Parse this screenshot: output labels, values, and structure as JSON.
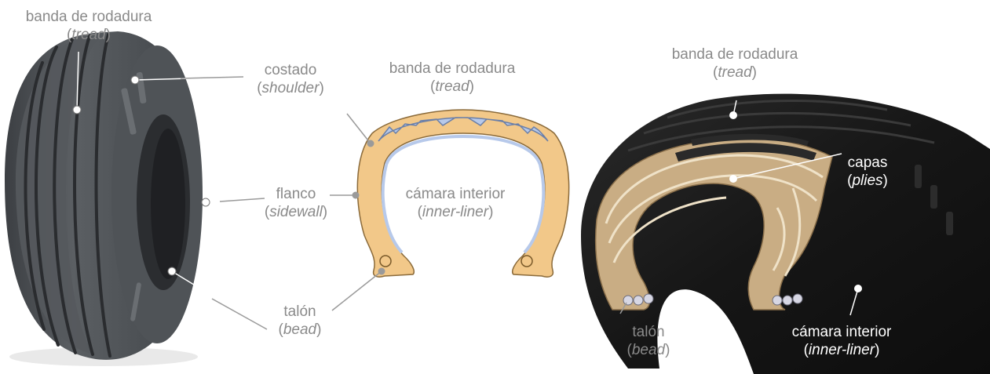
{
  "colors": {
    "label_gray": "#8a8a8a",
    "label_white": "#ffffff",
    "tire_rubber": "#4d5155",
    "tread_section": "#b7c9ea",
    "ply_section": "#f2c889",
    "cutaway_fabric": "#c9ad84"
  },
  "left_tire": {
    "tread": {
      "es": "banda de rodadura",
      "en": "tread"
    },
    "shoulder": {
      "es": "costado",
      "en": "shoulder"
    },
    "sidewall": {
      "es": "flanco",
      "en": "sidewall"
    },
    "bead": {
      "es": "talón",
      "en": "bead"
    }
  },
  "cross_section": {
    "tread": {
      "es": "banda de rodadura",
      "en": "tread"
    },
    "inner_liner": {
      "es": "cámara interior",
      "en": "inner-liner"
    }
  },
  "cutaway": {
    "tread": {
      "es": "banda de rodadura",
      "en": "tread"
    },
    "plies": {
      "es": "capas",
      "en": "plies"
    },
    "bead": {
      "es": "talón",
      "en": "bead"
    },
    "inner_liner": {
      "es": "cámara interior",
      "en": "inner-liner"
    }
  }
}
